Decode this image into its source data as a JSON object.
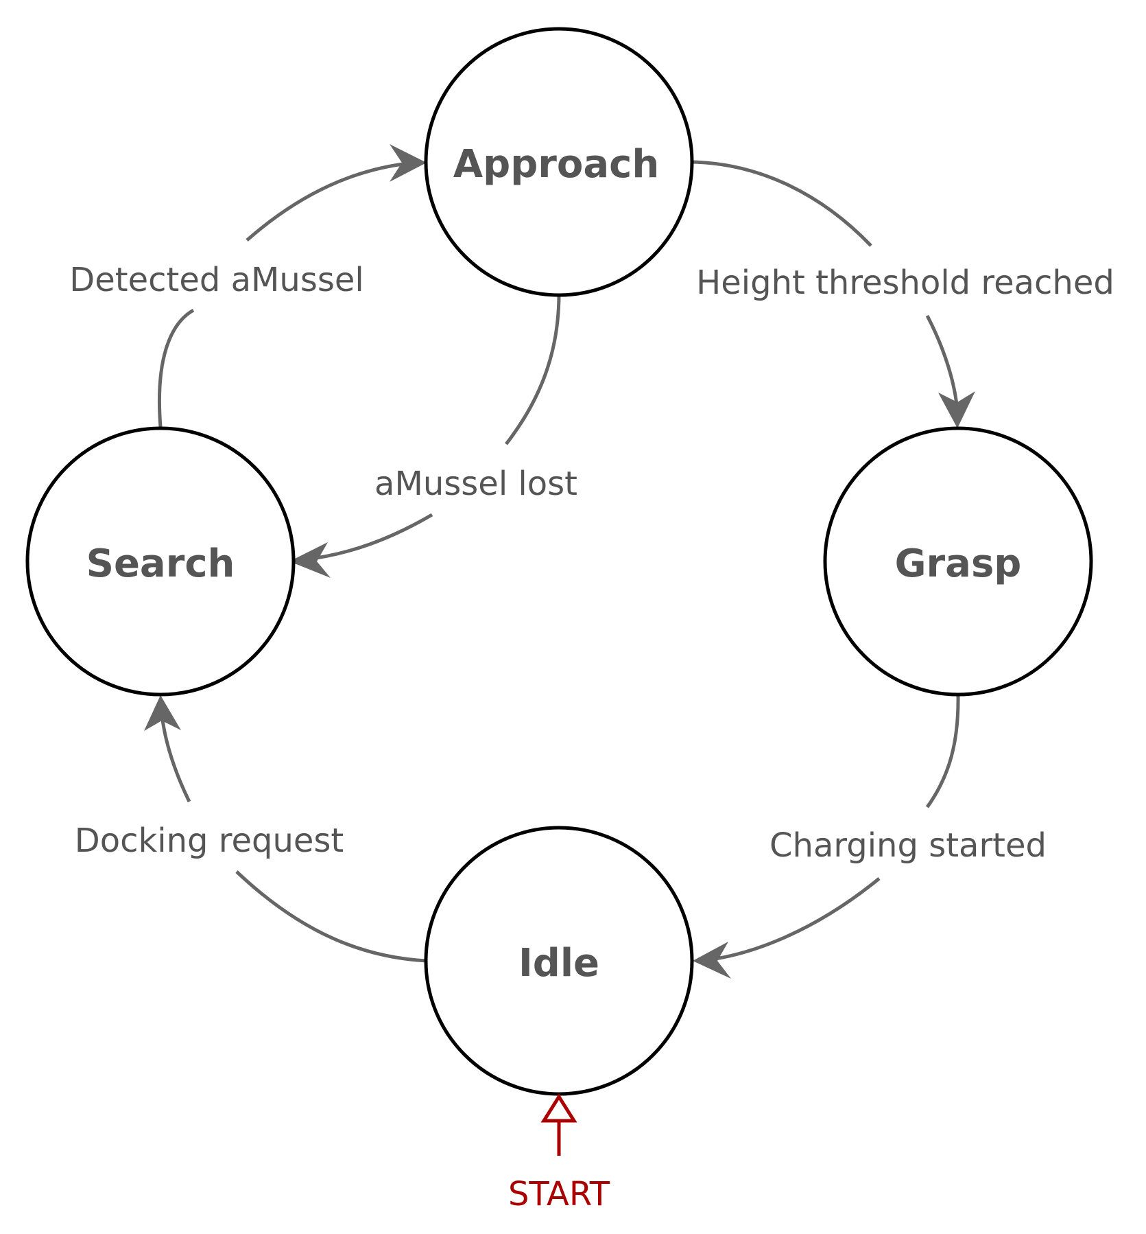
{
  "states": {
    "approach": "Approach",
    "search": "Search",
    "grasp": "Grasp",
    "idle": "Idle"
  },
  "transitions": {
    "search_to_approach": "Detected aMussel",
    "approach_to_grasp": "Height threshold reached",
    "approach_to_search": "aMussel lost",
    "grasp_to_idle": "Charging started",
    "idle_to_search": "Docking request"
  },
  "start": "START",
  "colors": {
    "edge": "#666666",
    "state_border": "#000000",
    "state_text": "#555555",
    "start": "#aa0000"
  }
}
